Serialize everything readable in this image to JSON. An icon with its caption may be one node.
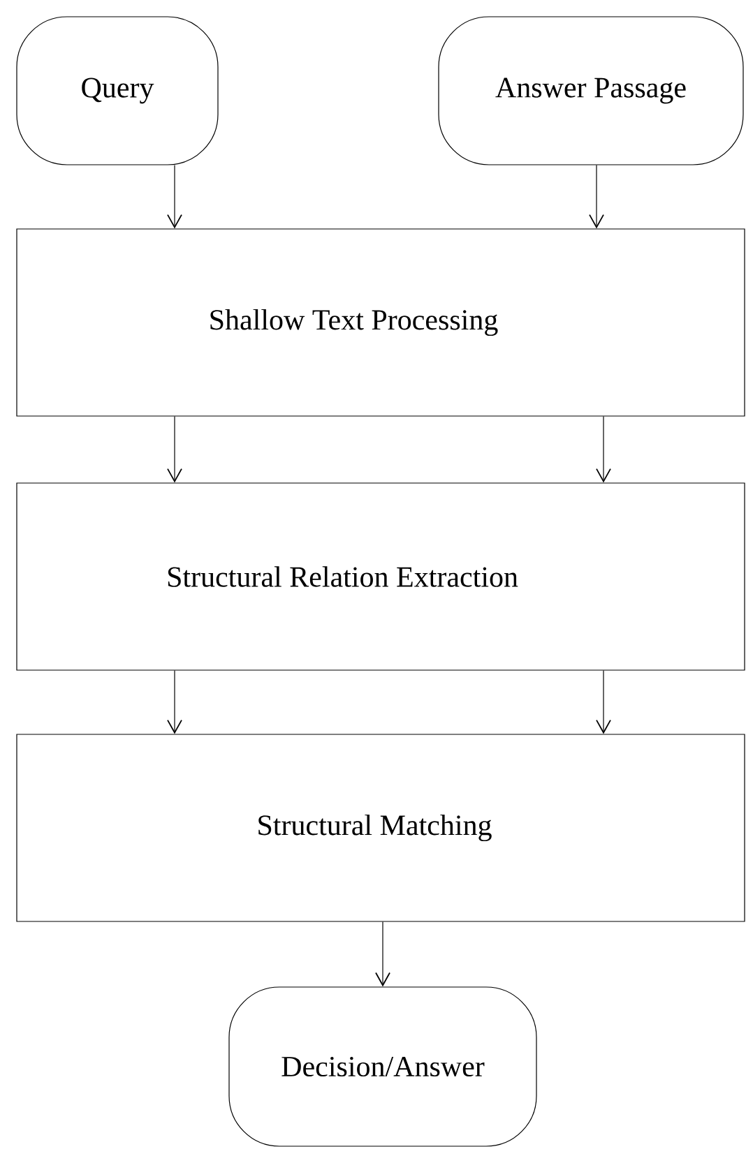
{
  "diagram": {
    "nodes": [
      {
        "text": [
          "Query"
        ]
      },
      {
        "text": [
          "Answer Passage"
        ]
      },
      {
        "text": [
          "Shallow Text Processing"
        ]
      },
      {
        "text": [
          "Structural Relation Extraction"
        ]
      },
      {
        "text": [
          "Structural Matching"
        ]
      },
      {
        "text": [
          "Decision/Answer"
        ]
      }
    ],
    "edges": [
      {
        "from": 0,
        "to": 2,
        "arrow": "to"
      },
      {
        "from": 1,
        "to": 2,
        "arrow": "to"
      },
      {
        "from": 2,
        "to": 3,
        "arrow": "to"
      },
      {
        "from": 2,
        "to": 3,
        "arrow": "to"
      },
      {
        "from": 3,
        "to": 4,
        "arrow": "to"
      },
      {
        "from": 3,
        "to": 4,
        "arrow": "to"
      },
      {
        "from": 4,
        "to": 5,
        "arrow": "to"
      }
    ]
  }
}
